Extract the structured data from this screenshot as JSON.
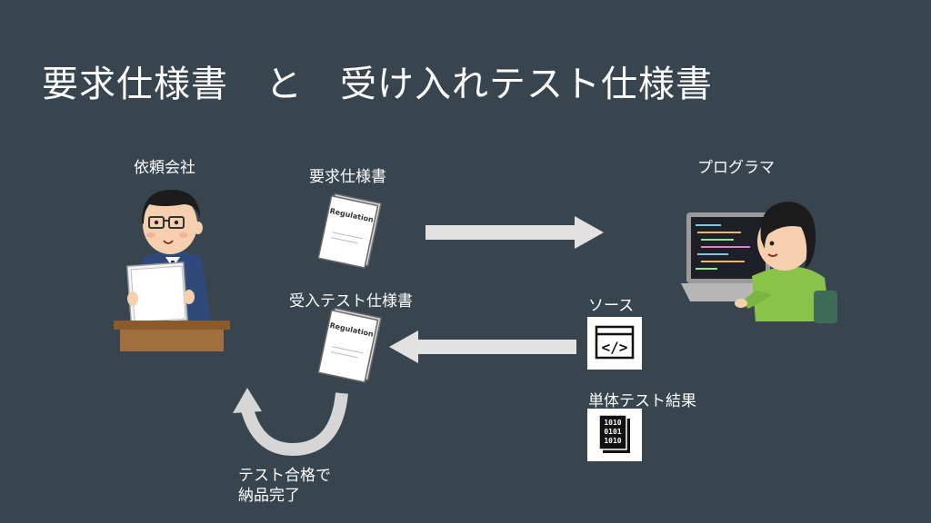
{
  "slide": {
    "title": "要求仕様書　と　受け入れテスト仕様書",
    "client_label": "依頼会社",
    "programmer_label": "プログラマ",
    "req_spec_label": "要求仕様書",
    "acc_spec_label": "受入テスト仕様書",
    "source_label": "ソース",
    "unit_test_label": "単体テスト結果",
    "complete_line1": "テスト合格で",
    "complete_line2": "納品完了",
    "doc_word": "Regulation",
    "binary_lines": [
      "1010",
      "0101",
      "1010"
    ],
    "code_glyph": "</>"
  },
  "colors": {
    "background": "#38454f",
    "arrow": "#e2e2e2",
    "white": "#ffffff"
  }
}
